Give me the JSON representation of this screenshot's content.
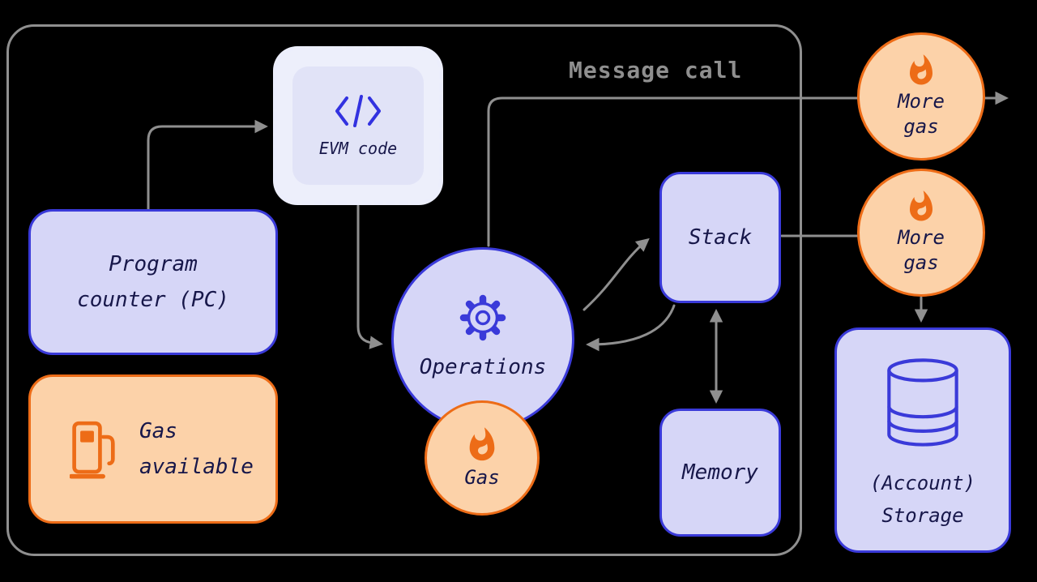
{
  "diagram": {
    "title": "Message call",
    "nodes": {
      "evm_code": {
        "label": "EVM code"
      },
      "program_counter": {
        "line1": "Program",
        "line2": "counter (PC)"
      },
      "gas_available": {
        "line1": "Gas",
        "line2": "available"
      },
      "operations": {
        "label": "Operations"
      },
      "gas": {
        "label": "Gas"
      },
      "stack": {
        "label": "Stack"
      },
      "memory": {
        "label": "Memory"
      },
      "more_gas_top": {
        "line1": "More",
        "line2": "gas"
      },
      "more_gas_mid": {
        "line1": "More",
        "line2": "gas"
      },
      "storage": {
        "line1": "(Account)",
        "line2": "Storage"
      }
    },
    "icons": {
      "evm_code": "code-icon",
      "operations": "gear-icon",
      "gas": "flame-icon",
      "gas_available": "gas-pump-icon",
      "storage": "database-icon"
    },
    "colors": {
      "background": "#000000",
      "lavender_fill": "#d6d6f7",
      "indigo_border": "#3a3ad9",
      "orange_fill": "#fcd2a9",
      "orange_border": "#ed6c17",
      "connector_gray": "#8f8f8f",
      "text_navy": "#17174a",
      "evm_outer_fill": "#edeffb",
      "evm_inner_fill": "#e1e3f7"
    }
  }
}
